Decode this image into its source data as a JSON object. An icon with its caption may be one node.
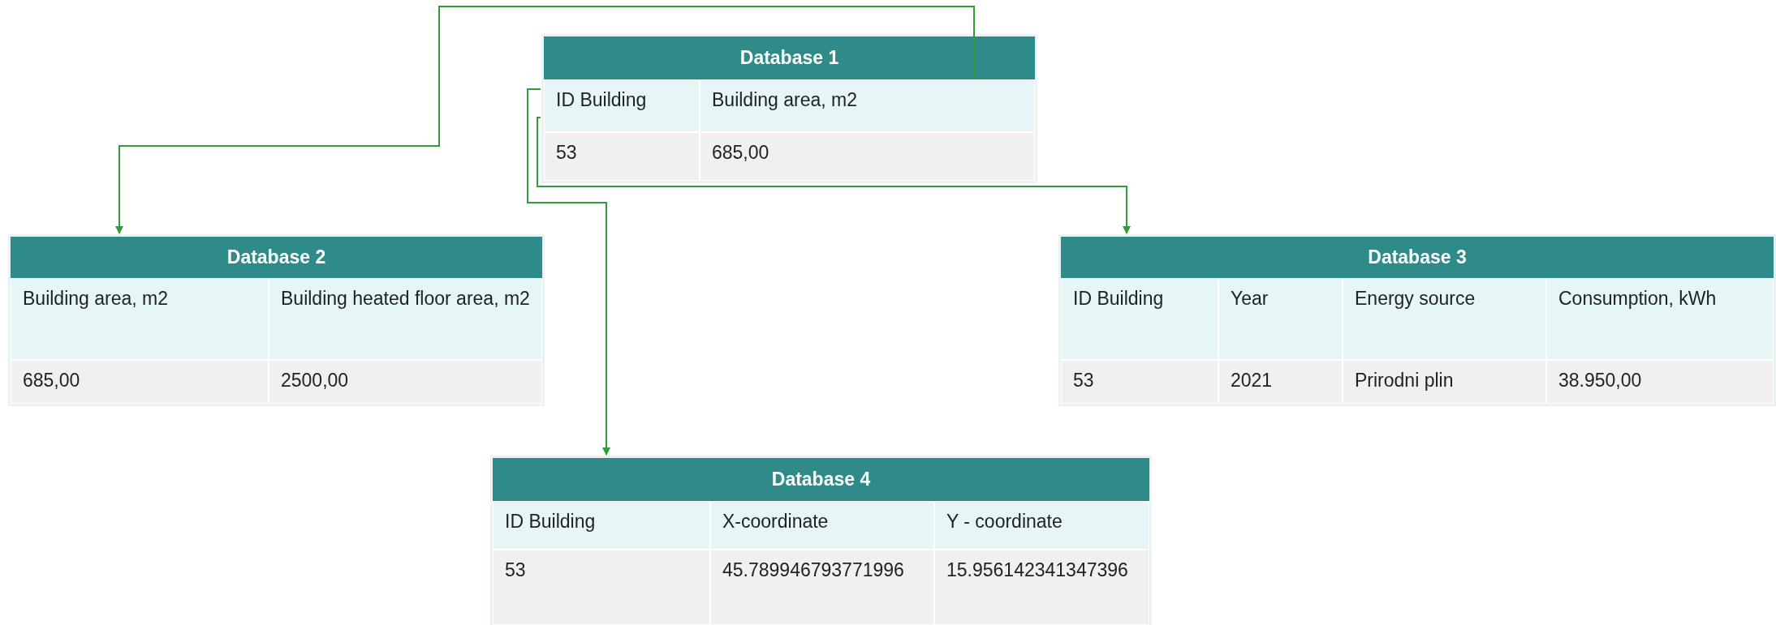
{
  "diagram": {
    "nodes": [
      {
        "text": [
          "Database 1"
        ]
      },
      {
        "text": [
          "ID Building"
        ],
        "in": 0
      },
      {
        "text": [
          "Building area, m2"
        ],
        "in": 0
      },
      {
        "text": [
          "53"
        ],
        "in": 0
      },
      {
        "text": [
          "685,00"
        ],
        "in": 0
      },
      {
        "text": [
          "Database 2"
        ]
      },
      {
        "text": [
          "Building area, m2"
        ],
        "in": 5
      },
      {
        "text": [
          "Building heated floor area, m2"
        ],
        "in": 5
      },
      {
        "text": [
          "685,00"
        ],
        "in": 5
      },
      {
        "text": [
          "2500,00"
        ],
        "in": 5
      },
      {
        "text": [
          "Database 3"
        ]
      },
      {
        "text": [
          "ID Building"
        ],
        "in": 10
      },
      {
        "text": [
          "Year"
        ],
        "in": 10
      },
      {
        "text": [
          "Energy source"
        ],
        "in": 10
      },
      {
        "text": [
          "Consumption, kWh"
        ],
        "in": 10
      },
      {
        "text": [
          "53"
        ],
        "in": 10
      },
      {
        "text": [
          "2021"
        ],
        "in": 10
      },
      {
        "text": [
          "Prirodni plin"
        ],
        "in": 10
      },
      {
        "text": [
          "38.950,00"
        ],
        "in": 10
      },
      {
        "text": [
          "Database 4"
        ]
      },
      {
        "text": [
          "ID Building"
        ],
        "in": 19
      },
      {
        "text": [
          "X-coordinate"
        ],
        "in": 19
      },
      {
        "text": [
          "Y - coordinate"
        ],
        "in": 19
      },
      {
        "text": [
          "53"
        ],
        "in": 19
      },
      {
        "text": [
          "45.789946793771996"
        ],
        "in": 19
      },
      {
        "text": [
          "15.956142341347396"
        ],
        "in": 19
      }
    ],
    "edges": [
      {
        "from": 2,
        "to": 5,
        "arrow": "to"
      },
      {
        "from": 1,
        "to": 10,
        "arrow": "to"
      },
      {
        "from": 1,
        "to": 19,
        "arrow": "to"
      }
    ]
  }
}
